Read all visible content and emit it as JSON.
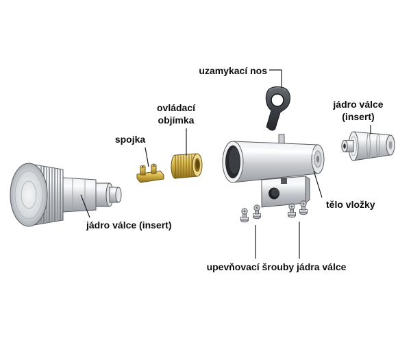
{
  "diagram": {
    "labels": {
      "uzamykaci_nos": "uzamykací nos",
      "jadro_valce_insert_right": "jádro válce\n(insert)",
      "ovladaci_objimka": "ovládací\nobjímka",
      "spojka": "spojka",
      "jadro_valce_insert_left": "jádro válce (insert)",
      "telo_vlozky": "tělo vložky",
      "upevnovaci_srouby_jadra_valce": "upevňovací šrouby jádra válce"
    },
    "colors": {
      "steel": "#c8ccd0",
      "brass": "#d9b84a",
      "cam_dark": "#3d4046",
      "leader_line": "#1a1a1a",
      "text": "#0d0d0d",
      "background": "#ffffff"
    }
  }
}
